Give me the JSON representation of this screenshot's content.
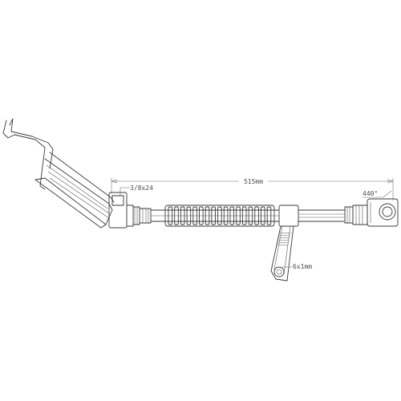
{
  "drawing": {
    "dimensions": {
      "overall_length": "515mm",
      "fitting_thread": "3/8x24",
      "end_angle": "440°",
      "bolt_size": "6x1mm"
    }
  }
}
